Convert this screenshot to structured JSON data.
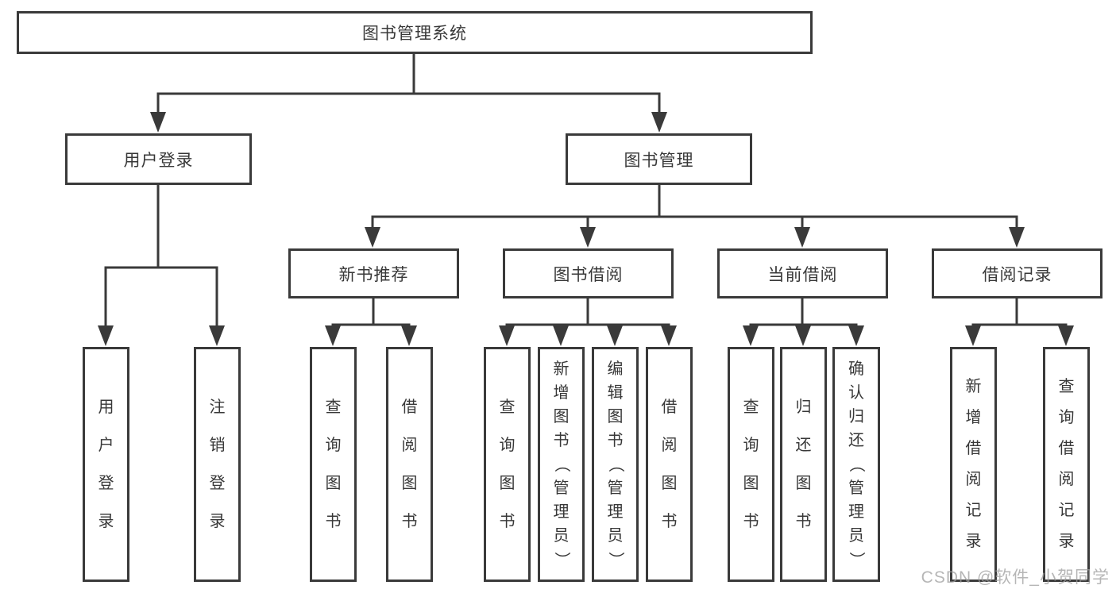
{
  "tree": {
    "root_label": "图书管理系统",
    "user_login": {
      "label": "用户登录",
      "children": [
        "用户登录",
        "注销登录"
      ]
    },
    "book_mgmt": {
      "label": "图书管理",
      "sections": [
        {
          "label": "新书推荐",
          "children": [
            "查询图书",
            "借阅图书"
          ]
        },
        {
          "label": "图书借阅",
          "children": [
            "查询图书",
            "新增图书（管理员）",
            "编辑图书（管理员）",
            "借阅图书"
          ]
        },
        {
          "label": "当前借阅",
          "children": [
            "查询图书",
            "归还图书",
            "确认归还（管理员）"
          ]
        },
        {
          "label": "借阅记录",
          "children": [
            "新增借阅记录",
            "查询借阅记录"
          ]
        }
      ]
    }
  },
  "watermark": "CSDN @软件_小贺同学",
  "colors": {
    "line": "#3a3a3a",
    "text": "#383838",
    "watermark": "#9e9e9e",
    "background": "#ffffff"
  }
}
